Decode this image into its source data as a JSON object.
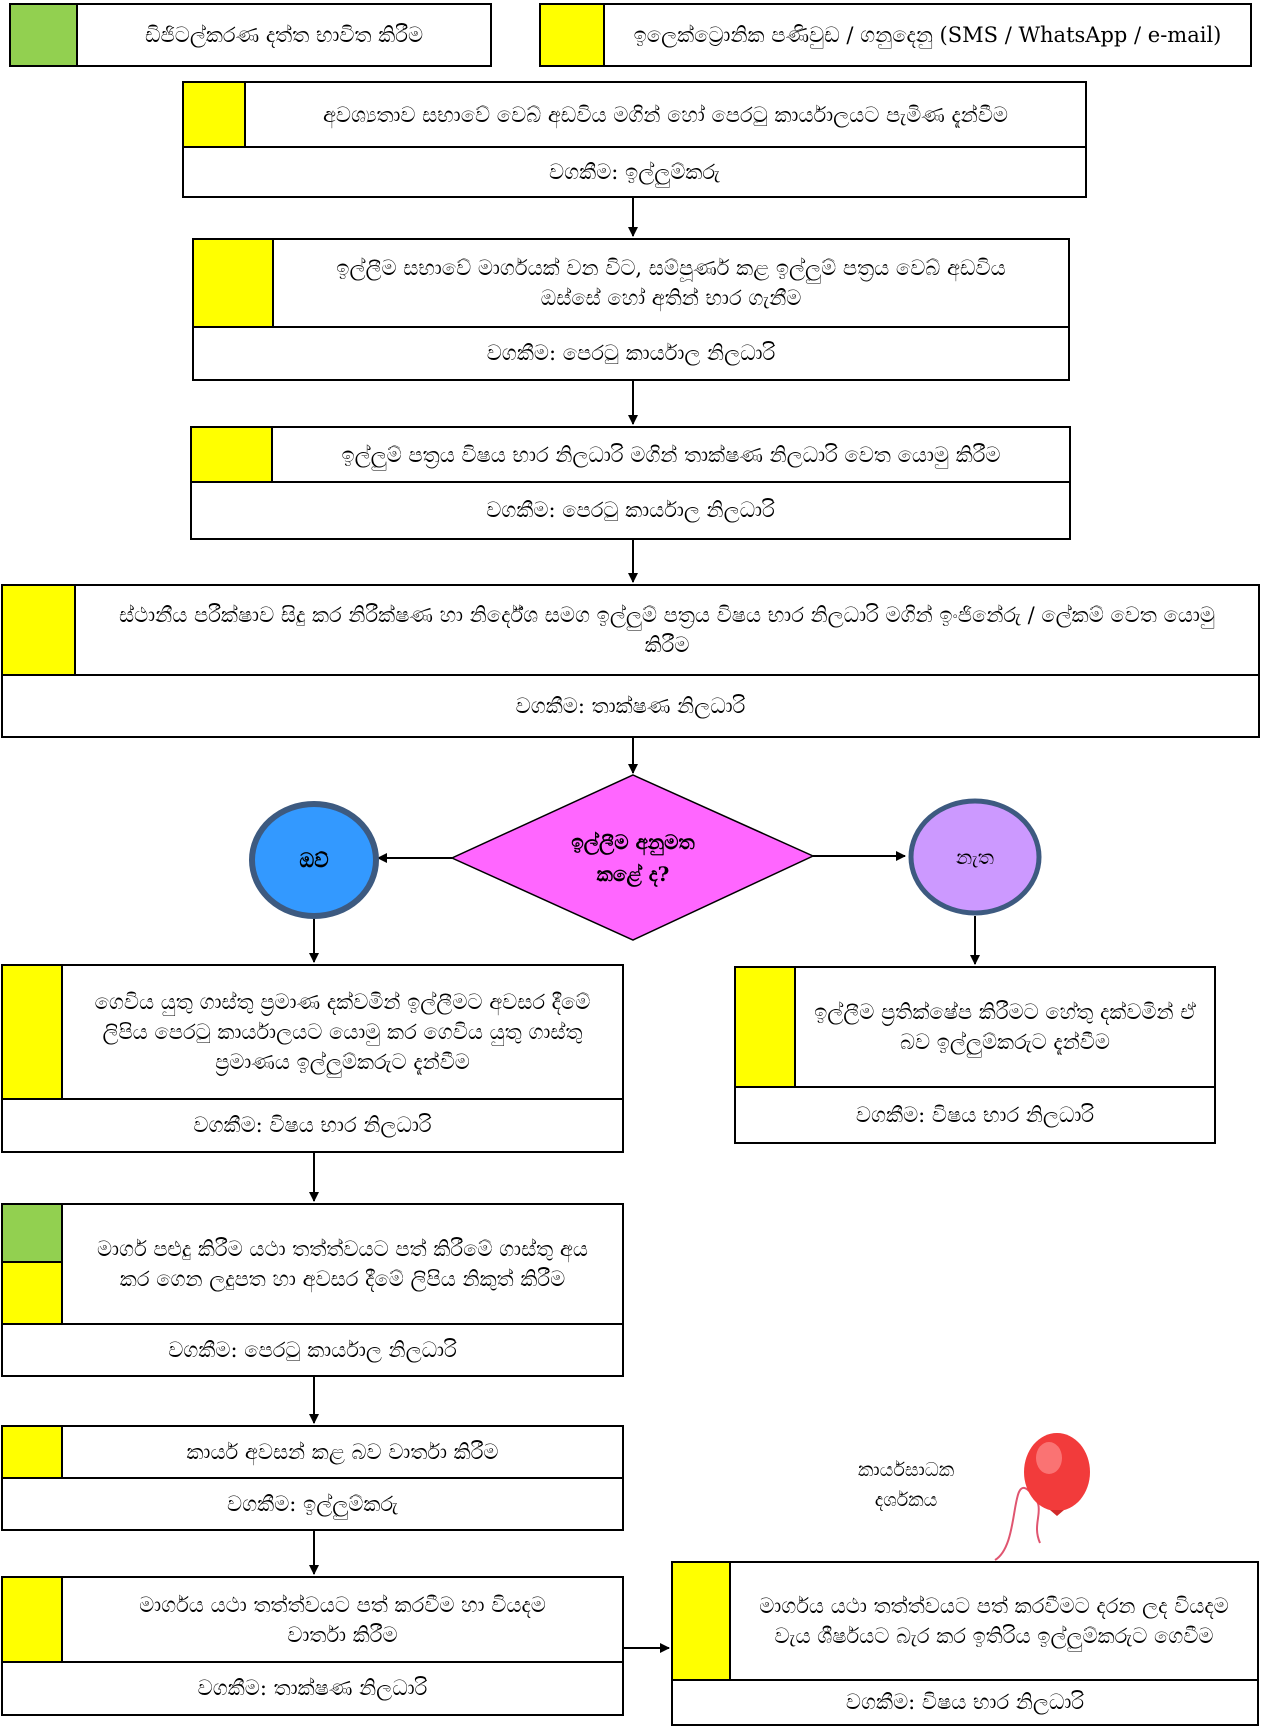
{
  "colors": {
    "green": "#92D050",
    "yellow": "#FFFF00",
    "decision": "#FF66FF",
    "yes": "#3399FF",
    "no": "#CC99FF",
    "circle_border": "#3D5A80"
  },
  "legend": {
    "digital": "ඩිජිටල්කරණ දත්ත භාවිත කිරීම",
    "electronic": "ඉලෙක්ට්‍රොනික පණිවුඩ / ගනුදෙනු (SMS / WhatsApp / e-mail)"
  },
  "steps": [
    {
      "text": "අවශ්‍යතාව සභාවේ වෙබ් අඩවිය මගින් හෝ පෙරටු කාර්යාලයට පැමිණ දැන්වීම",
      "resp": "වගකීම: ඉල්ලුම්කරු"
    },
    {
      "text": "ඉල්ලීම සභාවේ මාර්ගයක් වන විට, සම්පූර්ණ කළ ඉල්ලුම් පත්‍රය වෙබ් අඩවිය ඔස්සේ හෝ අතින් භාර ගැනීම",
      "resp": "වගකීම: පෙරටු කාර්යාල නිලධාරි"
    },
    {
      "text": "ඉල්ලුම් පත්‍රය විෂය භාර නිලධාරි මගින් තාක්ෂණ නිලධාරි වෙත යොමු කිරීම",
      "resp": "වගකීම: පෙරටු කාර්යාල නිලධාරි"
    },
    {
      "text": "ස්ථානීය පරීක්ෂාව සිදු කර නිරීක්ෂණ හා නිර්දේශ සමග ඉල්ලුම් පත්‍රය විෂය භාර නිලධාරි මගින් ඉංජිනේරු / ලේකම් වෙත යොමු කිරීම",
      "resp": "වගකීම: තාක්ෂණ නිලධාරි"
    }
  ],
  "decision": {
    "question": "ඉල්ලීම අනුමත කළේ ද?",
    "yes": "ඔව්",
    "no": "නැත"
  },
  "yes_branch": [
    {
      "text": "ගෙවිය යුතු ගාස්තු ප්‍රමාණ දක්වමින් ඉල්ලීමට අවසර දීමේ ලිපිය පෙරටු කාර්යාලයට යොමු කර ගෙවිය යුතු ගාස්තු ප්‍රමාණය ඉල්ලුම්කරුට දැන්වීම",
      "resp": "වගකීම: විෂය භාර නිලධාරි"
    },
    {
      "text": "මාර්ග පළුදු කිරීම යථා තත්ත්වයට පත් කිරීමේ ගාස්තු අය කර ගෙන ලදුපත හා අවසර දීමේ ලිපිය නිකුත් කිරීම",
      "resp": "වගකීම: පෙරටු කාර්යාල නිලධාරි"
    },
    {
      "text": "කාර්ය අවසන් කළ බව වාර්තා කිරීම",
      "resp": "වගකීම: ඉල්ලුම්කරු"
    },
    {
      "text": "මාර්ගය යථා තත්ත්වයට පත් කරවීම හා වියදම වාර්තා කිරීම",
      "resp": "වගකීම: තාක්ෂණ නිලධාරි"
    }
  ],
  "no_branch": {
    "text": "ඉල්ලීම ප්‍රතික්ෂේප කිරීමට හේතු දක්වමින් ඒ බව ඉල්ලුම්කරුට දැන්වීම",
    "resp": "වගකීම: විෂය භාර නිලධාරි"
  },
  "final": {
    "text": "මාර්ගය යථා තත්ත්වයට පත් කරවීමට දරන ලද වියදම වැය ශීර්ෂයට බැර කර ඉතිරිය ඉල්ලුම්කරුට ගෙවීම",
    "resp": "වගකීම: විෂය භාර නිලධාරි"
  },
  "kpi_label": "කාර්යසාධක දර්ශකය"
}
